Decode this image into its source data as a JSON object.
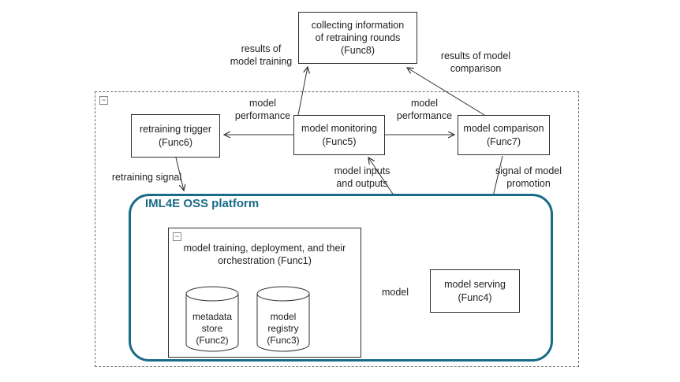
{
  "colors": {
    "accent": "#196b87",
    "line": "#333333"
  },
  "nodes": {
    "func8": "collecting information\nof retraining rounds\n(Func8)",
    "func6": "retraining trigger\n(Func6)",
    "func5": "model monitoring\n(Func5)",
    "func7": "model comparison\n(Func7)",
    "func1": "model training, deployment, and their\norchestration (Func1)",
    "func2": "metadata\nstore\n(Func2)",
    "func3": "model\nregistry\n(Func3)",
    "func4": "model serving\n(Func4)",
    "platform_title": "IML4E OSS platform",
    "collapse_glyph": "−"
  },
  "edge_labels": {
    "results_training": "results of\nmodel training",
    "results_comparison": "results of model\ncomparison",
    "performance_left": "model\nperformance",
    "performance_right": "model\nperformance",
    "retraining_signal": "retraining signal",
    "model_io": "model inputs\nand outputs",
    "promotion": "signal of model\npromotion",
    "model": "model"
  }
}
